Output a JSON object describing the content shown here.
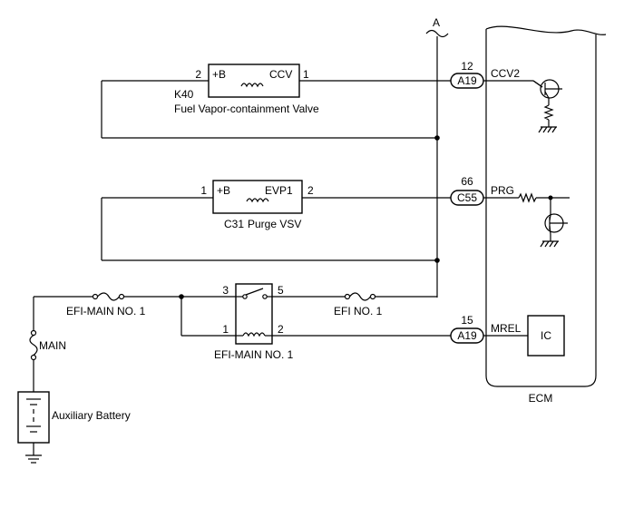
{
  "wiring_diagram": {
    "branch_label": "A",
    "ecm": {
      "label": "ECM",
      "internal_ic_label": "IC"
    },
    "components": {
      "ccv_valve": {
        "code": "K40",
        "name": "Fuel Vapor-containment Valve",
        "pin_left": "2",
        "pin_right": "1",
        "term_left": "+B",
        "term_right": "CCV"
      },
      "purge_vsv": {
        "code": "C31",
        "name": "Purge VSV",
        "pin_left": "1",
        "pin_right": "2",
        "term_left": "+B",
        "term_right": "EVP1"
      },
      "efi_main_relay": {
        "name": "EFI-MAIN NO. 1",
        "pin_3": "3",
        "pin_5": "5",
        "pin_1": "1",
        "pin_2": "2"
      }
    },
    "fuses": {
      "efi_main_fuse": "EFI-MAIN NO. 1",
      "efi_fuse": "EFI NO. 1",
      "main_fusible": "MAIN"
    },
    "battery": {
      "label": "Auxiliary Battery"
    },
    "ecm_connectors": [
      {
        "connector": "A19",
        "pin": "12",
        "signal": "CCV2"
      },
      {
        "connector": "C55",
        "pin": "66",
        "signal": "PRG"
      },
      {
        "connector": "A19",
        "pin": "15",
        "signal": "MREL"
      }
    ]
  }
}
